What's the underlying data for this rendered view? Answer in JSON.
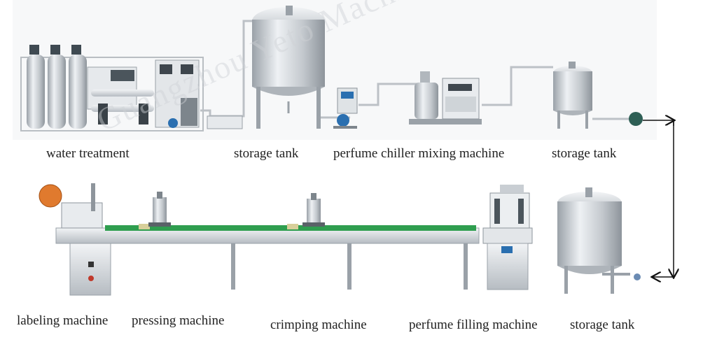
{
  "labels": {
    "water_treatment": "water treatment",
    "storage_tank_1": "storage tank",
    "chiller_mixing": "perfume chiller mixing machine",
    "storage_tank_2": "storage tank",
    "labeling": "labeling machine",
    "pressing": "pressing machine",
    "crimping": "crimping machine",
    "filling": "perfume filling machine",
    "storage_tank_3": "storage tank"
  },
  "watermark": "Guangzhou Yeto Machinery Co., Ltd",
  "colors": {
    "steel": "#c9ced3",
    "steel_dark": "#8e959c",
    "conveyor_belt": "#2f9e4f",
    "pump": "#2a6fb0",
    "arrow": "#111111"
  }
}
